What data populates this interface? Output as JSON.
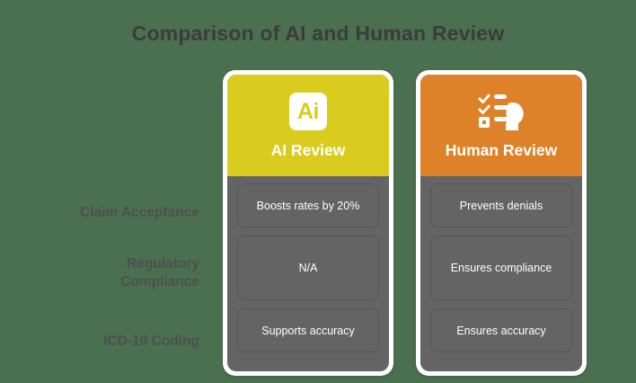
{
  "title": "Comparison of AI and Human Review",
  "colors": {
    "background": "#4a7050",
    "ai_accent": "#d9cc1e",
    "human_accent": "#dd8229",
    "cell": "#646464",
    "title_text": "#3c3c3c",
    "label_text": "#4f4f4f"
  },
  "rows": [
    {
      "label_line1": "Claim Acceptance",
      "label_line2": ""
    },
    {
      "label_line1": "Regulatory",
      "label_line2": "Compliance"
    },
    {
      "label_line1": "ICD-10 Coding",
      "label_line2": ""
    }
  ],
  "columns": [
    {
      "title": "AI Review",
      "icon": "ai-logo-icon",
      "icon_text": "Ai",
      "cells": [
        "Boosts rates by 20%",
        "N/A",
        "Supports accuracy"
      ]
    },
    {
      "title": "Human Review",
      "icon": "head-checklist-icon",
      "icon_text": "",
      "cells": [
        "Prevents denials",
        "Ensures compliance",
        "Ensures accuracy"
      ]
    }
  ]
}
